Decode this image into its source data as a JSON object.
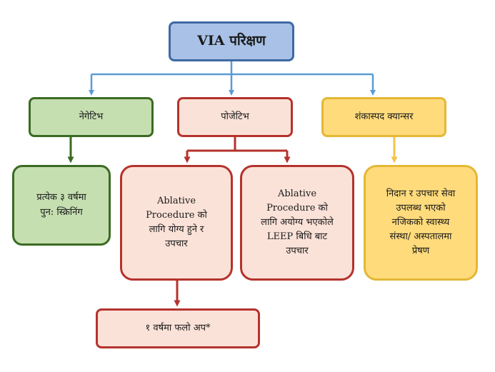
{
  "diagram": {
    "root": {
      "title": "VIA परिक्षण"
    },
    "negative": {
      "label": "नेगेटिभ",
      "followup": "प्रत्येक ३ वर्षमा\nपुन: स्क्रिनिंग"
    },
    "positive": {
      "label": "पोजेटिभ",
      "ablative_eligible": "Ablative\nProcedure को\nलागि योग्य हुने र\nउपचार",
      "ablative_ineligible": "Ablative\nProcedure को\nलागि अयोग्य भएकोले\nLEEP बिधि बाट\nउपचार",
      "followup": "१ वर्षमा फलो अप*"
    },
    "suspicious": {
      "label": "शंकास्पद क्यान्सर",
      "referral": "निदान र उपचार सेवा\nउपलब्ध भएको\nनजिकको स्वास्थ्य\nसंस्था/ अस्पतालमा\nप्रेषण"
    },
    "colors": {
      "root_fill": "#a9c1e6",
      "root_border": "#3e6aa3",
      "negative_fill": "#c6dfb1",
      "negative_border": "#3b6b22",
      "positive_fill": "#fbe2d8",
      "positive_border": "#b5322d",
      "suspicious_fill": "#ffdb7c",
      "suspicious_border": "#e4b735",
      "connector_blue": "#5b9bd5"
    }
  }
}
